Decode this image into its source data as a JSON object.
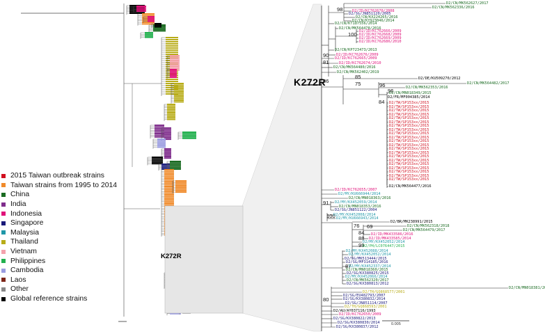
{
  "legend": [
    {
      "label": "2015 Taiwan outbreak strains",
      "color": "#d10f1f"
    },
    {
      "label": "Taiwan strains from 1995 to 2014",
      "color": "#f08a2a"
    },
    {
      "label": "China",
      "color": "#1a6b22"
    },
    {
      "label": "India",
      "color": "#7f2d8c"
    },
    {
      "label": "Indonesia",
      "color": "#e0127a"
    },
    {
      "label": "Singapore",
      "color": "#1a1a7a"
    },
    {
      "label": "Malaysia",
      "color": "#1f97a8"
    },
    {
      "label": "Thailand",
      "color": "#b8ac18"
    },
    {
      "label": "Vietnam",
      "color": "#f4a2ad"
    },
    {
      "label": "Philippines",
      "color": "#22b04e"
    },
    {
      "label": "Cambodia",
      "color": "#9a9ce0"
    },
    {
      "label": "Laos",
      "color": "#7d2618"
    },
    {
      "label": "Other",
      "color": "#888888"
    },
    {
      "label": "Global reference strains",
      "color": "#000000"
    }
  ],
  "mutation_label": "K272R",
  "bootstrap": {
    "b98": "98",
    "b100": "100",
    "b90": "90",
    "b81": "81",
    "b86": "86",
    "b85": "85",
    "b75": "75",
    "b96a": "96",
    "b96b": "96",
    "b84": "84",
    "b91": "91",
    "b100b": "100",
    "b76": "76",
    "b69": "69",
    "b84b": "84",
    "b88": "88",
    "b99": "99",
    "b87": "87",
    "b80": "80"
  },
  "scale_label": "0.005",
  "tips": [
    {
      "label": "D2/CN/MK562627/2017",
      "color": "#1a6b22"
    },
    {
      "label": "D2/CN/MK562336/2016",
      "color": "#1a6b22"
    },
    {
      "label": "D2/ID/KC762670/2008",
      "color": "#e0127a"
    },
    {
      "label": "D2/SG/JN851120/2005",
      "color": "#1a1a7a"
    },
    {
      "label": "D2/CN/KX224265/2016",
      "color": "#1a6b22"
    },
    {
      "label": "D2/CN/KY923046/2014",
      "color": "#1a6b22"
    },
    {
      "label": "D2/CN/KT187556/2014",
      "color": "#1a6b22"
    },
    {
      "label": "D2/CN/MK564478/2016",
      "color": "#1a6b22"
    },
    {
      "label": "D2/ID/KC762666/2009",
      "color": "#e0127a"
    },
    {
      "label": "D2/ID/KC762668/2009",
      "color": "#e0127a"
    },
    {
      "label": "D2/ID/KC762669/2009",
      "color": "#e0127a"
    },
    {
      "label": "D2/ID/KC762686/2010",
      "color": "#e0127a"
    },
    {
      "label": "D2/CN/KP723473/2013",
      "color": "#1a6b22"
    },
    {
      "label": "D2/ID/KC762676/2009",
      "color": "#e0127a"
    },
    {
      "label": "D2/ID/KC762665/2009",
      "color": "#e0127a"
    },
    {
      "label": "D2/ID/KC762674/2010",
      "color": "#e0127a"
    },
    {
      "label": "D2/CN/MK564480/2016",
      "color": "#1a6b22"
    },
    {
      "label": "D2/CN/MK562402/2019",
      "color": "#1a6b22"
    },
    {
      "label": "D2/DE/KU509270/2012",
      "color": "#000000"
    },
    {
      "label": "D2/CN/MK564482/2017",
      "color": "#1a6b22"
    },
    {
      "label": "D2/CN/MK562353/2016",
      "color": "#1a6b22"
    },
    {
      "label": "D2/CN/MN018349/2015",
      "color": "#1a6b22"
    },
    {
      "label": "D2/FR/MF004385/2014",
      "color": "#000000"
    },
    {
      "label": "D2/CN/MK564477/2016",
      "color": "#000000"
    },
    {
      "label": "D2/ID/KC762655/2007",
      "color": "#e0127a"
    },
    {
      "label": "D2/MY/KU666944/2014",
      "color": "#1f97a8"
    },
    {
      "label": "D2/CN/MN018363/2016",
      "color": "#1a6b22"
    },
    {
      "label": "D2/MY/KX452059/2014",
      "color": "#1f97a8"
    },
    {
      "label": "D2/CN/MN018353/2016",
      "color": "#1a6b22"
    },
    {
      "label": "D2/SG/JN851122/2004",
      "color": "#1a1a7a"
    },
    {
      "label": "D2/MY/KX452008/2014",
      "color": "#1f97a8"
    },
    {
      "label": "D2/MY/KU666943/2014",
      "color": "#1f97a8"
    },
    {
      "label": "D2/BR/MK238991/2015",
      "color": "#000000"
    },
    {
      "label": "D2/CN/MK562318/2018",
      "color": "#1a6b22"
    },
    {
      "label": "D2/CN/MK564479/2017",
      "color": "#1a6b22"
    },
    {
      "label": "D2/ID/MK433586/2016",
      "color": "#e0127a"
    },
    {
      "label": "D2/ID/MK433585/2014",
      "color": "#e0127a"
    },
    {
      "label": "D2/MY/KX452052/2014",
      "color": "#1f97a8"
    },
    {
      "label": "D2/PH/LC076447/2015",
      "color": "#22b04e"
    },
    {
      "label": "D2/MY/KX452088/2014",
      "color": "#1f97a8"
    },
    {
      "label": "D2/MY/KX452052/2014",
      "color": "#1f97a8"
    },
    {
      "label": "D2/SG/MK513444/2015",
      "color": "#1a1a7a"
    },
    {
      "label": "D2/SG/MF314185/2016",
      "color": "#1a1a7a"
    },
    {
      "label": "D2/MY/KX452337/2014",
      "color": "#1f97a8"
    },
    {
      "label": "D2/CN/MN018360/2015",
      "color": "#1a6b22"
    },
    {
      "label": "D2/SG/KX380825/2015",
      "color": "#1a1a7a"
    },
    {
      "label": "D2/MY/KX452066/2014",
      "color": "#1f97a8"
    },
    {
      "label": "D2/CN/MK562320/2017",
      "color": "#1a6b22"
    },
    {
      "label": "D2/SG/KX380813/2012",
      "color": "#1a1a7a"
    },
    {
      "label": "D2/CN/MN018381/2017",
      "color": "#1a6b22"
    },
    {
      "label": "D2/TH/GQ868577/2001",
      "color": "#b8ac18"
    },
    {
      "label": "D2/SG/EU482793/2007",
      "color": "#1a1a7a"
    },
    {
      "label": "D2/SG/KX380832/2014",
      "color": "#1a1a7a"
    },
    {
      "label": "D2/SG/JN851114/2007",
      "color": "#1a1a7a"
    },
    {
      "label": "D2/TH/GQ868593/2001",
      "color": "#b8ac18"
    },
    {
      "label": "D2/AU/AY037116/1993",
      "color": "#000000"
    },
    {
      "label": "D2/ID/KC762650/2009",
      "color": "#e0127a"
    },
    {
      "label": "D2/SG/KX380822/2013",
      "color": "#1a1a7a"
    },
    {
      "label": "D2/SG/KX380830/2014",
      "color": "#1a1a7a"
    },
    {
      "label": "D2/SG/KX380837/2012",
      "color": "#1a1a7a"
    }
  ],
  "tw_tip_prefix": "D2/TW/SP153",
  "tw_tip_year": "2015"
}
